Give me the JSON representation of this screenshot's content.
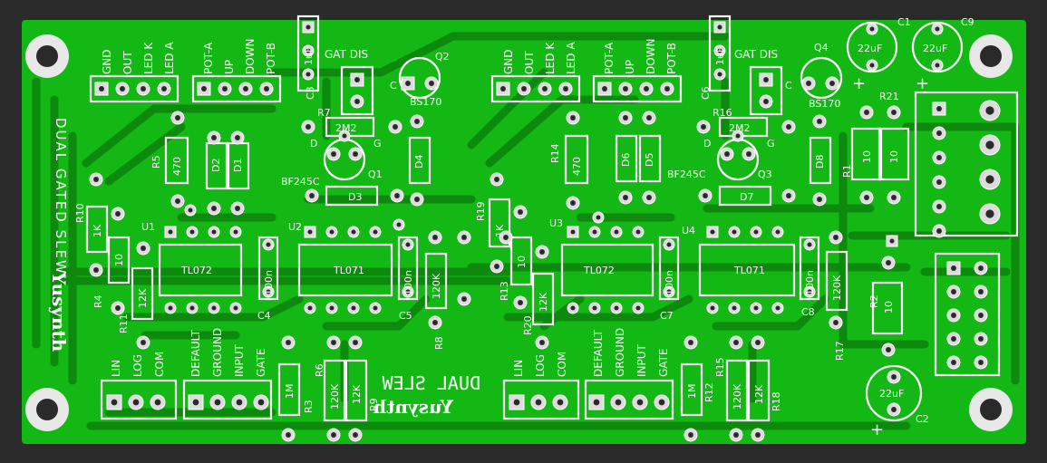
{
  "colors": {
    "board": "#14b814",
    "trace": "#0d8a0d",
    "edge": "#2a2a2a",
    "silk": "#ffffff",
    "pad": "#dcdcdc"
  },
  "title_vertical": "DUAL GATED SLEW",
  "brand": "Yusynth",
  "mirror_title": "DUAL SLEW",
  "mirror_brand": "Yusynth",
  "connectors": {
    "power_labels": [
      "GND",
      "OUT",
      "LED K",
      "LED A"
    ],
    "pot_labels": [
      "POT-A",
      "UP",
      "DOWN",
      "POT-B"
    ],
    "gat_dis": "GAT DIS",
    "mode_labels": [
      "LIN",
      "LOG",
      "COM"
    ],
    "input_labels": [
      "DEFAULT",
      "GROUND",
      "INPUT",
      "GATE"
    ]
  },
  "components": {
    "u1": "U1",
    "u1v": "TL072",
    "u2": "U2",
    "u2v": "TL071",
    "u3": "U3",
    "u3v": "TL072",
    "u4": "U4",
    "u4v": "TL071",
    "q1": "Q1",
    "q2": "Q2",
    "q3": "Q3",
    "q4": "Q4",
    "bf245c": "BF245C",
    "bs170": "BS170",
    "d1": "D1",
    "d2": "D2",
    "d3": "D3",
    "d4": "D4",
    "d5": "D5",
    "d6": "D6",
    "d7": "D7",
    "d8": "D8",
    "r1": "R1",
    "r2": "R2",
    "r3": "R3",
    "r4": "R4",
    "r5": "R5",
    "r6": "R6",
    "r7": "R7",
    "r8": "R8",
    "r9": "R9",
    "r10": "R10",
    "r11": "R11",
    "r12": "R12",
    "r13": "R13",
    "r14": "R14",
    "r15": "R15",
    "r16": "R16",
    "r17": "R17",
    "r18": "R18",
    "r19": "R19",
    "r20": "R20",
    "r21": "R21",
    "c1": "C1",
    "c2": "C2",
    "c3": "C3",
    "c4": "C4",
    "c5": "C5",
    "c6": "C6",
    "c7": "C7",
    "c8": "C8",
    "c9": "C9",
    "v_1k": "1K",
    "v_10": "10",
    "v_12k": "12K",
    "v_470": "470",
    "v_2m2": "2M2",
    "v_1m": "1M",
    "v_120k": "120K",
    "v_100n": "100n",
    "v_1uf": "1uF",
    "v_22uf": "22uF",
    "c_letter": "C",
    "d_letter": "D",
    "g_letter": "G",
    "plus": "+"
  }
}
